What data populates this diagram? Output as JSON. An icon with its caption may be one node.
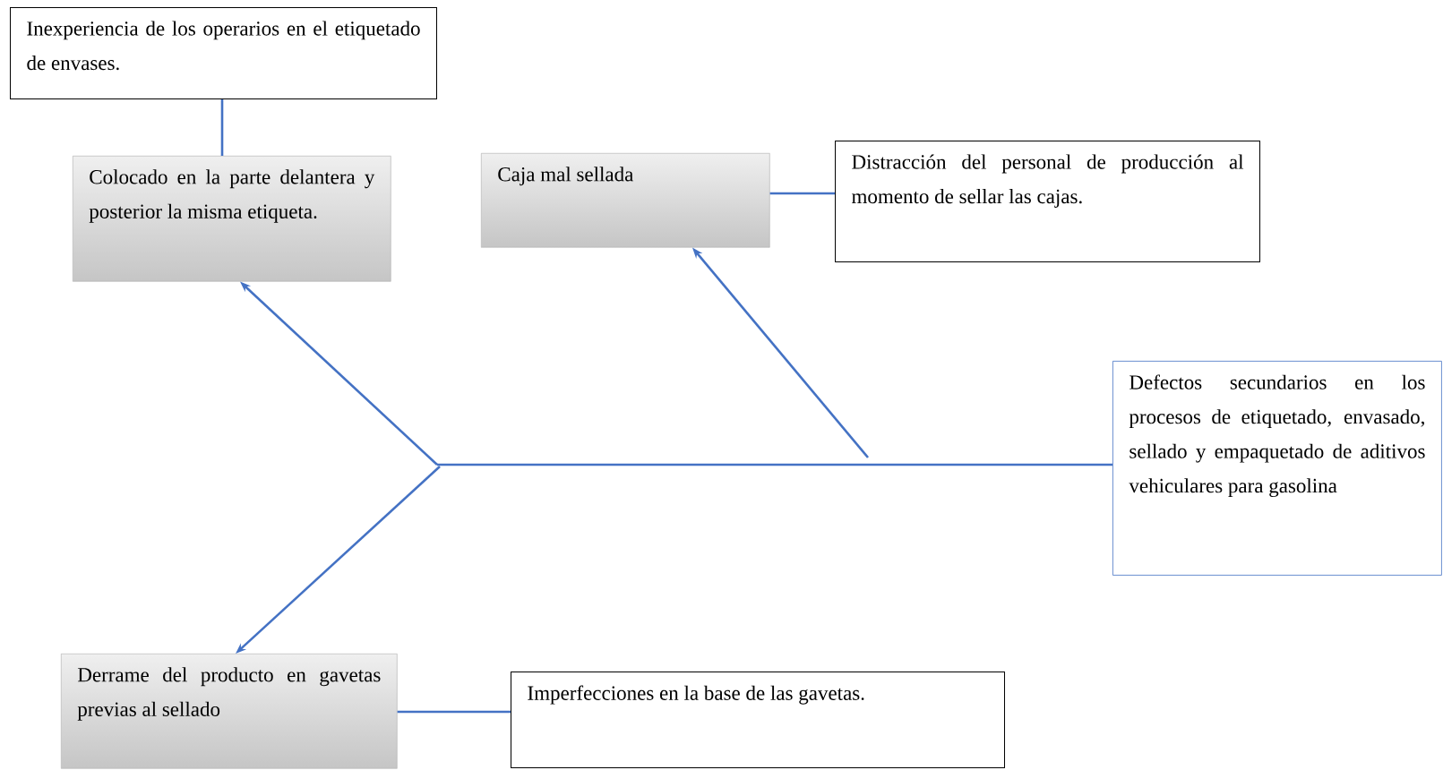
{
  "diagram": {
    "nodes": [
      {
        "text": [
          "Inexperiencia de los operarios en el etiquetado de envases."
        ]
      },
      {
        "text": [
          "Colocado en la parte delantera y posterior la misma etiqueta."
        ]
      },
      {
        "text": [
          "Caja mal sellada"
        ]
      },
      {
        "text": [
          "Distracción del personal de producción al momento de sellar las cajas."
        ]
      },
      {
        "text": [
          "Defectos secundarios en los procesos de etiquetado, envasado, sellado y empaquetado de aditivos vehiculares para gasolina"
        ]
      },
      {
        "text": [
          "Derrame del producto en gavetas previas al sellado"
        ]
      },
      {
        "text": [
          "Imperfecciones en la base de las gavetas."
        ]
      }
    ],
    "edges": [
      {
        "from": null,
        "to": 4,
        "arrow": "none"
      },
      {
        "from": null,
        "to": 1,
        "arrow": "to"
      },
      {
        "from": null,
        "to": 5,
        "arrow": "to"
      },
      {
        "from": null,
        "to": 2,
        "arrow": "to"
      },
      {
        "from": 0,
        "to": 1,
        "arrow": "none"
      },
      {
        "from": 2,
        "to": 3,
        "arrow": "none"
      },
      {
        "from": 5,
        "to": 6,
        "arrow": "none"
      }
    ]
  }
}
